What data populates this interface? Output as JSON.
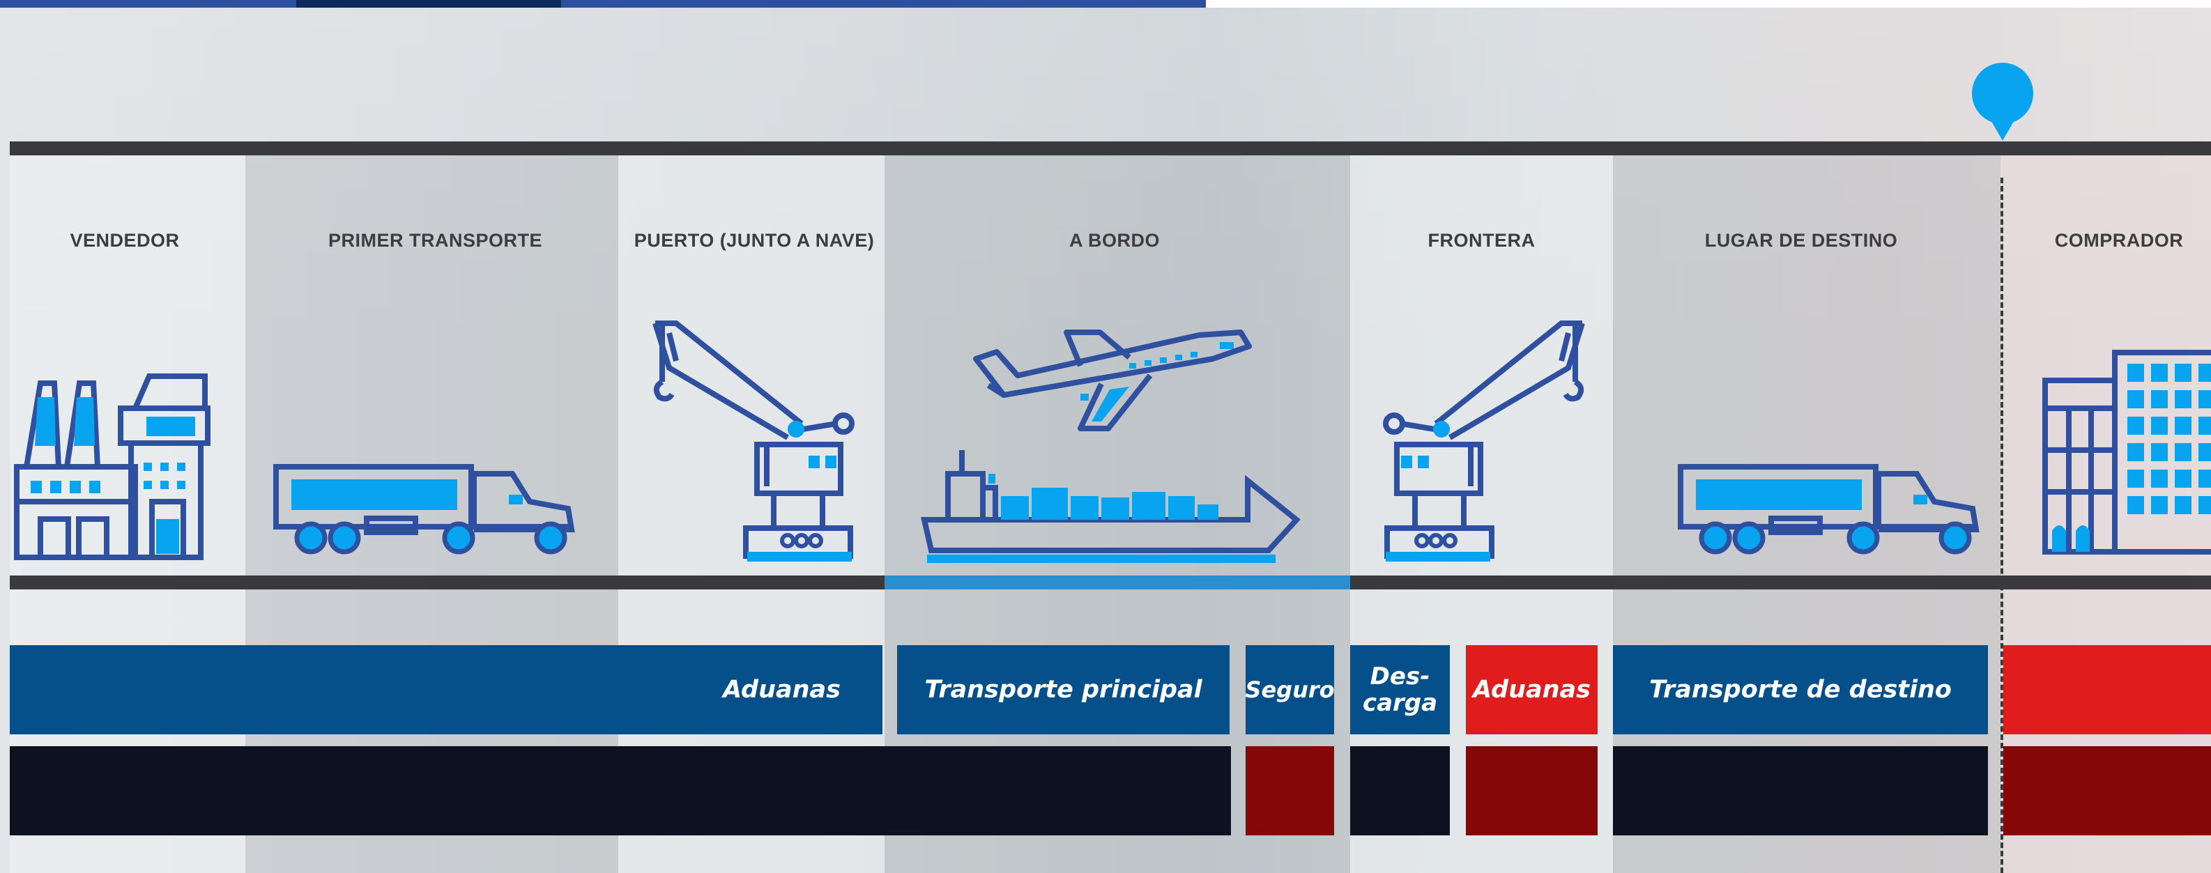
{
  "colors": {
    "icon_outline": "#2f4f9f",
    "icon_fill": "#09a4ef",
    "seller_blue": "#05508a",
    "buyer_red": "#e01c1c",
    "seller_navy": "#0d1220",
    "buyer_maroon": "#860707",
    "rail": "#3a3a3c",
    "rail_highlight": "#2a8fd0",
    "marker": "#09a4ef"
  },
  "stages": [
    {
      "id": "vendedor",
      "label": "VENDEDOR",
      "icon": "factory-icon"
    },
    {
      "id": "primer-transporte",
      "label": "PRIMER TRANSPORTE",
      "icon": "truck-icon"
    },
    {
      "id": "puerto",
      "label": "PUERTO (JUNTO A NAVE)",
      "icon": "crane-icon"
    },
    {
      "id": "a-bordo",
      "label": "A BORDO",
      "icon": "plane-ship-icon"
    },
    {
      "id": "frontera",
      "label": "FRONTERA",
      "icon": "crane-icon"
    },
    {
      "id": "lugar-destino",
      "label": "LUGAR DE DESTINO",
      "icon": "truck-icon"
    },
    {
      "id": "comprador",
      "label": "COMPRADOR",
      "icon": "building-icon"
    }
  ],
  "cost_bars": [
    {
      "id": "aduanas-export",
      "text": "Aduanas",
      "party": "seller"
    },
    {
      "id": "transporte-principal",
      "text": "Transporte principal",
      "party": "seller"
    },
    {
      "id": "seguro",
      "text": "Seguro",
      "party": "seller"
    },
    {
      "id": "descarga",
      "text": "Des-\ncarga",
      "party": "seller"
    },
    {
      "id": "aduanas-import",
      "text": "Aduanas",
      "party": "buyer"
    },
    {
      "id": "transporte-destino",
      "text": "Transporte de destino",
      "party": "seller"
    },
    {
      "id": "comprador-bar",
      "text": "",
      "party": "buyer"
    }
  ],
  "risk_bars": [
    {
      "id": "risk-seller-main",
      "party": "seller"
    },
    {
      "id": "risk-seguro",
      "party": "buyer"
    },
    {
      "id": "risk-descarga",
      "party": "seller"
    },
    {
      "id": "risk-aduanas",
      "party": "buyer"
    },
    {
      "id": "risk-transporte-destino",
      "party": "seller"
    },
    {
      "id": "risk-comprador",
      "party": "buyer"
    }
  ],
  "markers": {
    "transfer_point": "location-pin-icon",
    "highlighted_segment": "A BORDO"
  }
}
